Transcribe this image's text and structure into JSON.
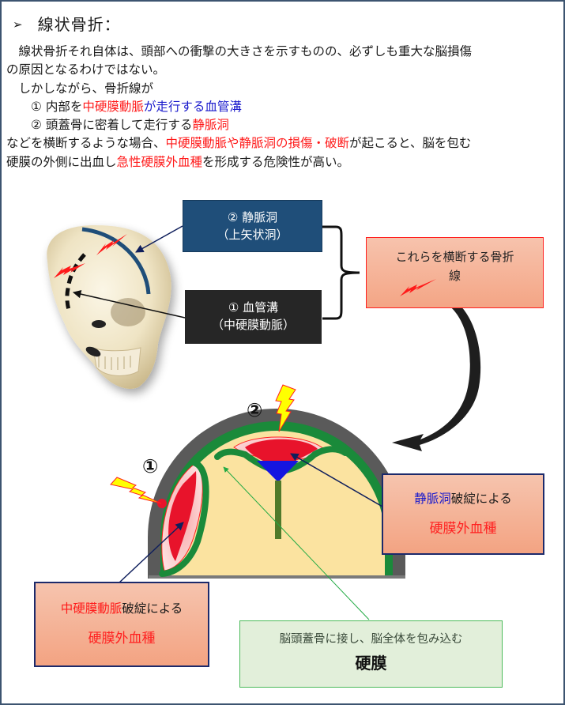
{
  "title": {
    "bullet_icon": "arrowhead-bullet-icon",
    "bullet_glyph": "➢",
    "text": "線状骨折："
  },
  "paragraph": {
    "line1": "　線状骨折それ自体は、頭部への衝撃の大きさを示すものの、必ずしも重大な脳損傷",
    "line2": "の原因となるわけではない。",
    "line3": "　しかしながら、骨折線が",
    "item1": {
      "prefix": "　　①  内部を",
      "red": "中硬膜動脈",
      "blue": "が走行する血管溝"
    },
    "item2": {
      "prefix": "　　②  頭蓋骨に密着して走行する",
      "red": "静脈洞"
    },
    "line6": {
      "prefix": "などを横断するような場合、",
      "red": "中硬膜動脈や静脈洞の損傷・破断",
      "suffix": "が起こると、脳を包む"
    },
    "line7": {
      "prefix": "硬膜の外側に出血し",
      "red": "急性硬膜外血種",
      "suffix": "を形成する危険性が高い。"
    }
  },
  "diagram": {
    "sinus_box": {
      "line1": "②  静脈洞",
      "line2": "（上矢状洞）"
    },
    "groove_box": {
      "line1": "①  血管溝",
      "line2": "（中硬膜動脈）"
    },
    "fracture_box": {
      "line1": "これらを横断する骨折",
      "line2": "線"
    },
    "venous_box": {
      "blue": "静脈洞",
      "rest": "破綻による",
      "sub": "硬膜外血種"
    },
    "arterial_box": {
      "red": "中硬膜動脈",
      "rest": "破綻による",
      "sub": "硬膜外血種"
    },
    "dura_box": {
      "line1": "脳頭蓋骨に接し、脳全体を包み込む",
      "big": "硬膜"
    },
    "marker1": "①",
    "marker2": "②"
  },
  "colors": {
    "frame": "#3d5470",
    "skull_bone": "#5a5a5a",
    "dura": "#1a8a3a",
    "brain": "#fbe3a0",
    "hematoma": "#e8132b",
    "sinus": "#1515e0",
    "sinus_box": "#1f4e79",
    "groove_box": "#262626"
  }
}
